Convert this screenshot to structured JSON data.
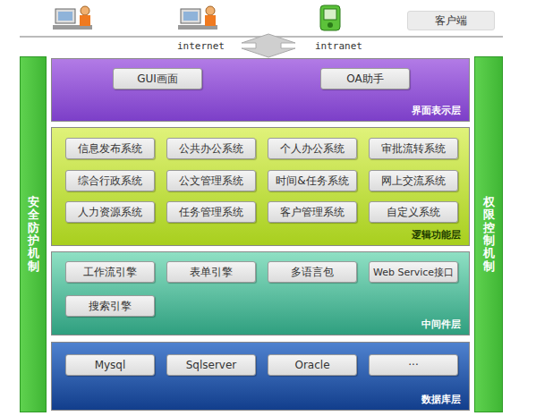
{
  "diagram": {
    "nodes": [
      {
        "text": [
          "客户端"
        ]
      },
      {
        "text": [
          "安全防护机制"
        ]
      },
      {
        "text": [
          "界面表示层"
        ]
      },
      {
        "text": [
          "GUI画面"
        ],
        "in": 2
      },
      {
        "text": [
          "OA助手"
        ],
        "in": 2
      },
      {
        "text": [
          "逻辑功能层"
        ]
      },
      {
        "text": [
          "信息发布系统"
        ],
        "in": 5
      },
      {
        "text": [
          "公共办公系统"
        ],
        "in": 5
      },
      {
        "text": [
          "个人办公系统"
        ],
        "in": 5
      },
      {
        "text": [
          "审批流转系统"
        ],
        "in": 5
      },
      {
        "text": [
          "综合行政系统"
        ],
        "in": 5
      },
      {
        "text": [
          "公文管理系统"
        ],
        "in": 5
      },
      {
        "text": [
          "时间&任务系统"
        ],
        "in": 5
      },
      {
        "text": [
          "网上交流系统"
        ],
        "in": 5
      },
      {
        "text": [
          "人力资源系统"
        ],
        "in": 5
      },
      {
        "text": [
          "任务管理系统"
        ],
        "in": 5
      },
      {
        "text": [
          "客户管理系统"
        ],
        "in": 5
      },
      {
        "text": [
          "自定义系统"
        ],
        "in": 5
      },
      {
        "text": [
          "中间件层"
        ]
      },
      {
        "text": [
          "工作流引擎"
        ],
        "in": 18
      },
      {
        "text": [
          "表单引擎"
        ],
        "in": 18
      },
      {
        "text": [
          "多语言包"
        ],
        "in": 18
      },
      {
        "text": [
          "Web Service接口"
        ],
        "in": 18
      },
      {
        "text": [
          "搜索引擎"
        ],
        "in": 18
      },
      {
        "text": [
          "数据库层"
        ]
      },
      {
        "text": [
          "Mysql"
        ],
        "in": 24
      },
      {
        "text": [
          "Sqlserver"
        ],
        "in": 24
      },
      {
        "text": [
          "Oracle"
        ],
        "in": 24
      },
      {
        "text": [
          "···"
        ],
        "in": 24
      },
      {
        "text": [
          "权限控制机制"
        ]
      }
    ],
    "labels": [
      "internet",
      "intranet"
    ]
  }
}
